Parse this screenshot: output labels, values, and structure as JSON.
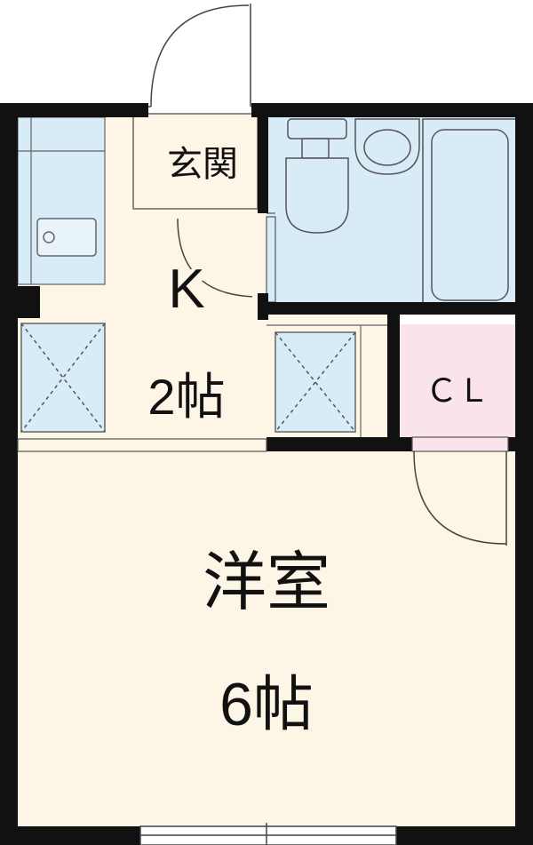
{
  "rooms": {
    "entrance": {
      "label": "玄関"
    },
    "kitchen": {
      "label": "K",
      "size": "2帖"
    },
    "closet": {
      "label": "ＣＬ"
    },
    "western_room": {
      "label": "洋室",
      "size": "6帖"
    }
  },
  "colors": {
    "wall": "#111111",
    "floor": "#fdf5e6",
    "wet_area": "#d8ecf8",
    "closet": "#fbe3ee",
    "line": "#333333"
  }
}
